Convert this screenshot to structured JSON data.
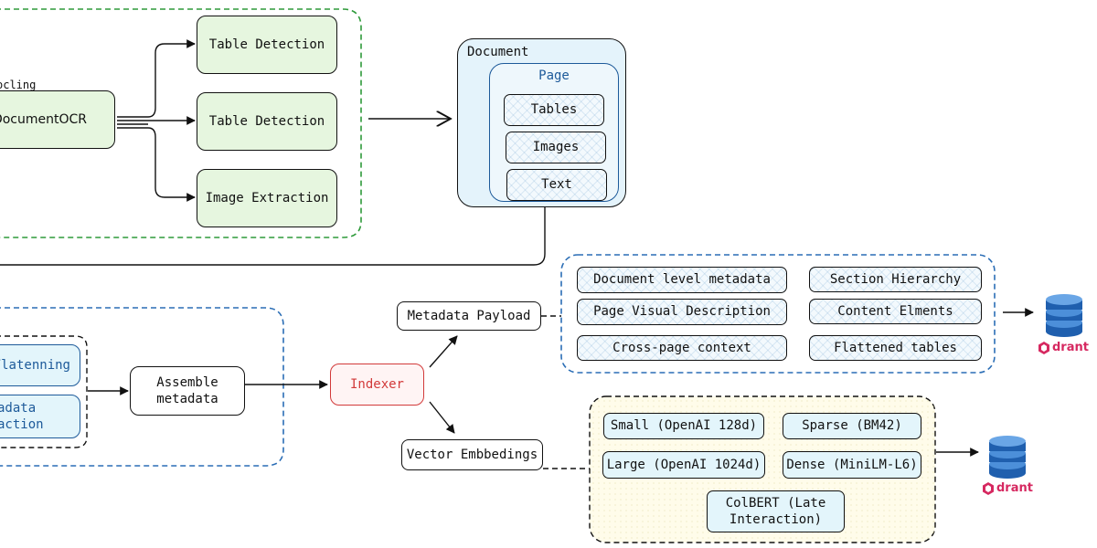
{
  "docling": {
    "label": "ocling",
    "source_node": "DocumentOCR",
    "steps": [
      "Table Detection",
      "Table Detection",
      "Image Extraction"
    ]
  },
  "document": {
    "title": "Document",
    "page_title": "Page",
    "items": [
      "Tables",
      "Images",
      "Text"
    ]
  },
  "processing": {
    "partial_items": [
      "Flatenning",
      "adata\naction"
    ],
    "assemble": "Assemble\nmetadata",
    "indexer": "Indexer"
  },
  "metadata": {
    "payload_label": "Metadata Payload",
    "fields": [
      "Document level metadata",
      "Section Hierarchy",
      "Page Visual Description",
      "Content Elments",
      "Cross-page context",
      "Flattened tables"
    ]
  },
  "vectors": {
    "label": "Vector Embbedings",
    "models": [
      "Small (OpenAI 128d)",
      "Sparse (BM42)",
      "Large (OpenAI 1024d)",
      "Dense (MiniLM-L6)",
      "ColBERT (Late\nInteraction)"
    ]
  },
  "store": {
    "name": "drant",
    "icon": "database-icon",
    "logo": "qdrant-logo-icon"
  },
  "colors": {
    "green_dashed": "#2e9a3a",
    "blue_dashed": "#2a6db5",
    "indexer_red": "#d23a3a",
    "page_blue": "#1d5a9a"
  }
}
